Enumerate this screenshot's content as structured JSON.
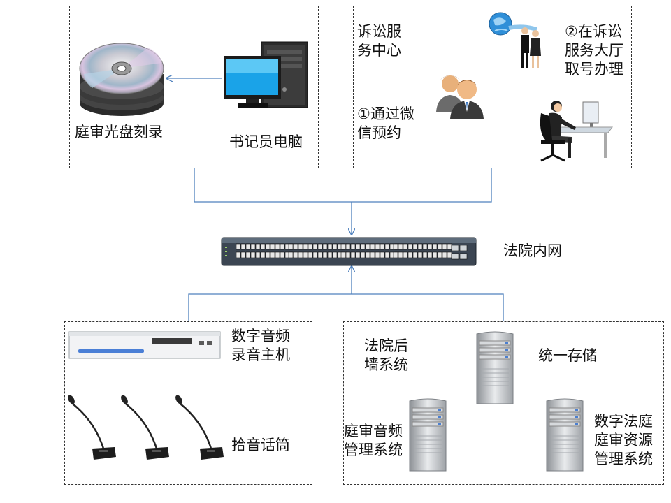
{
  "top_left": {
    "disc_label": "庭审光盘刻录",
    "pc_label": "书记员电脑"
  },
  "top_right": {
    "center_line1": "诉讼服",
    "center_line2": "务中心",
    "wechat_line1": "①通过微",
    "wechat_line2": "信预约",
    "hall_line1": "②在诉讼",
    "hall_line2": "服务大厅",
    "hall_line3": "取号办理"
  },
  "network": {
    "label": "法院内网"
  },
  "bottom_left": {
    "host_line1": "数字音频",
    "host_line2": "录音主机",
    "mic_label": "拾音话筒"
  },
  "bottom_right": {
    "backwall_line1": "法院后",
    "backwall_line2": "墙系统",
    "storage_label": "统一存储",
    "audio_mgmt_line1": "庭审音频",
    "audio_mgmt_line2": "管理系统",
    "resource_line1": "数字法庭",
    "resource_line2": "庭审资源",
    "resource_line3": "管理系统"
  },
  "colors": {
    "connector": "#4f81bd",
    "border": "#333333"
  }
}
